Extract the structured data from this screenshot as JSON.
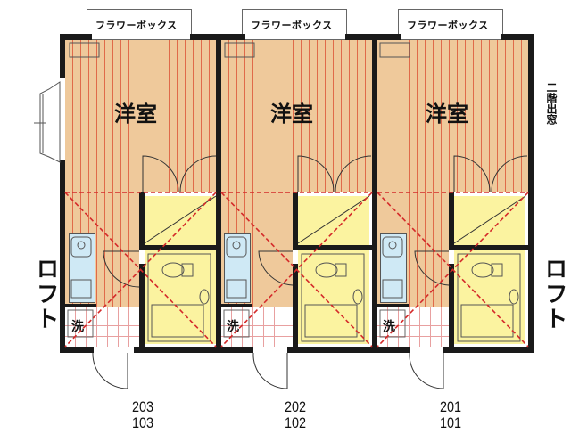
{
  "plan": {
    "flower_box_label": "フラワーボックス",
    "room_label": "洋室",
    "wash_label": "洗",
    "left_side_label": "ロフト",
    "right_side_label": "ロフト",
    "bay_window_label": "二階出窓"
  },
  "units": [
    {
      "upper": "203",
      "lower": "103"
    },
    {
      "upper": "202",
      "lower": "102"
    },
    {
      "upper": "201",
      "lower": "101"
    }
  ],
  "colors": {
    "floor_wood": "#efc99b",
    "wood_lines": "#e06a4a",
    "wet_area": "#fbf3a0",
    "kitchen": "#cfe9f5",
    "wall": "#1a1a1a",
    "loft_dash": "#d42a2a"
  }
}
